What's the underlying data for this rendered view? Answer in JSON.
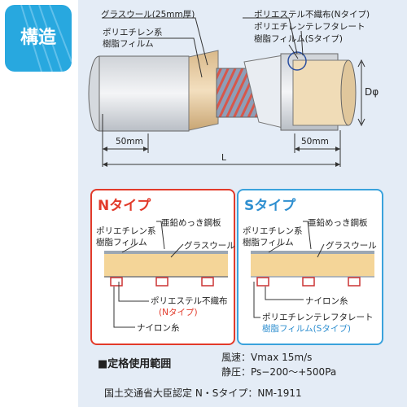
{
  "badge": {
    "label": "構造",
    "bg": "#28a8df"
  },
  "structure": {
    "glass_wool": "グラスウール(25mm厚)",
    "pe_film": [
      "ポリエチレン系",
      "樹脂フィルム"
    ],
    "polyester": "ポリエステル不織布(Nタイプ)",
    "pet_film": [
      "ポリエチレンテレフタレート",
      "樹脂フィルム(Sタイプ)"
    ],
    "diameter": "Dφ",
    "dim_left": "50mm",
    "dim_right": "50mm",
    "length": "L"
  },
  "n_type": {
    "title": "Nタイプ",
    "color": "#e23a2a",
    "pe_film": [
      "ポリエチレン系",
      "樹脂フィルム"
    ],
    "steel": "亜鉛めっき鋼板",
    "glass_wool": "グラスウール",
    "polyester": [
      "ポリエステル不織布",
      "(Nタイプ)"
    ],
    "nylon": "ナイロン糸"
  },
  "s_type": {
    "title": "Sタイプ",
    "color": "#2f8fd0",
    "pe_film": [
      "ポリエチレン系",
      "樹脂フィルム"
    ],
    "steel": "亜鉛めっき鋼板",
    "glass_wool": "グラスウール",
    "nylon": "ナイロン糸",
    "pet_film": [
      "ポリエチレンテレフタレート",
      "樹脂フィルム(Sタイプ)"
    ]
  },
  "specs": {
    "heading": "■定格使用範囲",
    "wind_speed": "風速：Vmax 15m/s",
    "static_pressure": "静圧：Ps−200〜+500Pa",
    "certification": "国土交通省大臣認定 N・Sタイプ：NM-1911"
  }
}
